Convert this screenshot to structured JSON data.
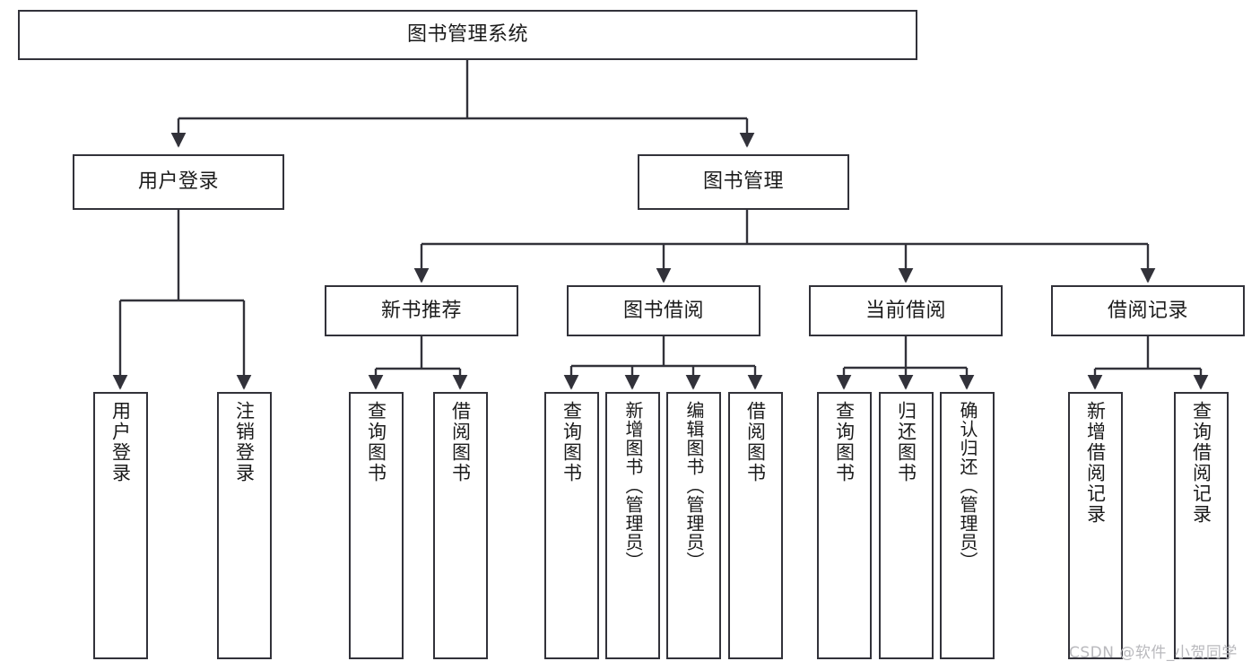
{
  "diagram": {
    "title": "图书管理系统",
    "type": "hierarchy-tree",
    "root": {
      "label": "图书管理系统"
    },
    "level1": [
      {
        "label": "用户登录"
      },
      {
        "label": "图书管理"
      }
    ],
    "level2": [
      {
        "label": "新书推荐"
      },
      {
        "label": "图书借阅"
      },
      {
        "label": "当前借阅"
      },
      {
        "label": "借阅记录"
      }
    ],
    "leaves": {
      "user_login": [
        {
          "label": "用户登录"
        },
        {
          "label": "注销登录"
        }
      ],
      "new_book_recommend": [
        {
          "label": "查询图书"
        },
        {
          "label": "借阅图书"
        }
      ],
      "book_borrow": [
        {
          "label": "查询图书"
        },
        {
          "label": "新增图书（管理员）"
        },
        {
          "label": "编辑图书（管理员）"
        },
        {
          "label": "借阅图书"
        }
      ],
      "current_borrow": [
        {
          "label": "查询图书"
        },
        {
          "label": "归还图书"
        },
        {
          "label": "确认归还（管理员）"
        }
      ],
      "borrow_record": [
        {
          "label": "新增借阅记录"
        },
        {
          "label": "查询借阅记录"
        }
      ]
    }
  },
  "watermark": {
    "text": "CSDN @软件_小贺同学"
  },
  "colors": {
    "border": "#32323a",
    "background": "#ffffff",
    "text": "#1b1b1b",
    "watermark": "#b9b9bd"
  }
}
